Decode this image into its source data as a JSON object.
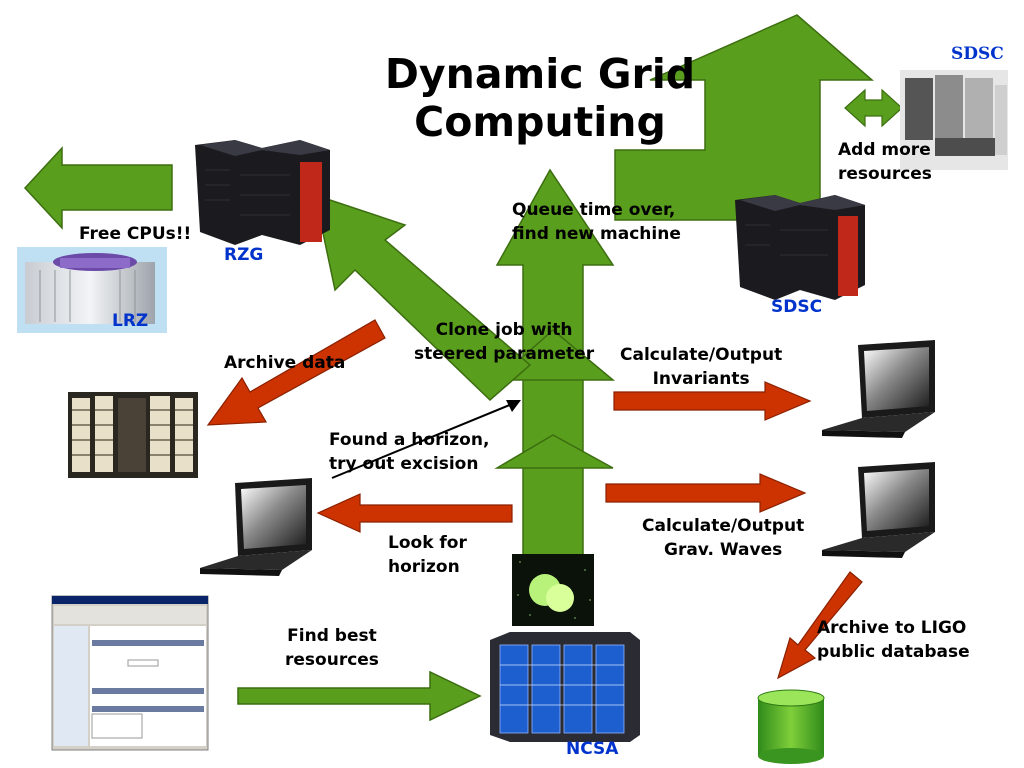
{
  "title": "Dynamic Grid Computing",
  "sites": {
    "sdsc_top": "SDSC",
    "rzg": "RZG",
    "lrz": "LRZ",
    "sdsc_mid": "SDSC",
    "ncsa": "NCSA"
  },
  "labels": {
    "add_more_1": "Add more",
    "add_more_2": "resources",
    "free_cpus": "Free CPUs!!",
    "queue_1": "Queue time over,",
    "queue_2": "find new machine",
    "clone_1": "Clone job with",
    "clone_2": "steered parameter",
    "archive_data": "Archive data",
    "calc_inv_1": "Calculate/Output",
    "calc_inv_2": "Invariants",
    "horizon_1": "Found a horizon,",
    "horizon_2": "try out excision",
    "calc_grav_1": "Calculate/Output",
    "calc_grav_2": "Grav. Waves",
    "look_1": "Look for",
    "look_2": "horizon",
    "find_best_1": "Find best",
    "find_best_2": "resources",
    "ligo_1": "Archive to LIGO",
    "ligo_2": "public database"
  },
  "colors": {
    "green_arrow": "#5a9e1e",
    "red_arrow": "#cc3300",
    "site_text": "#0033cc"
  }
}
